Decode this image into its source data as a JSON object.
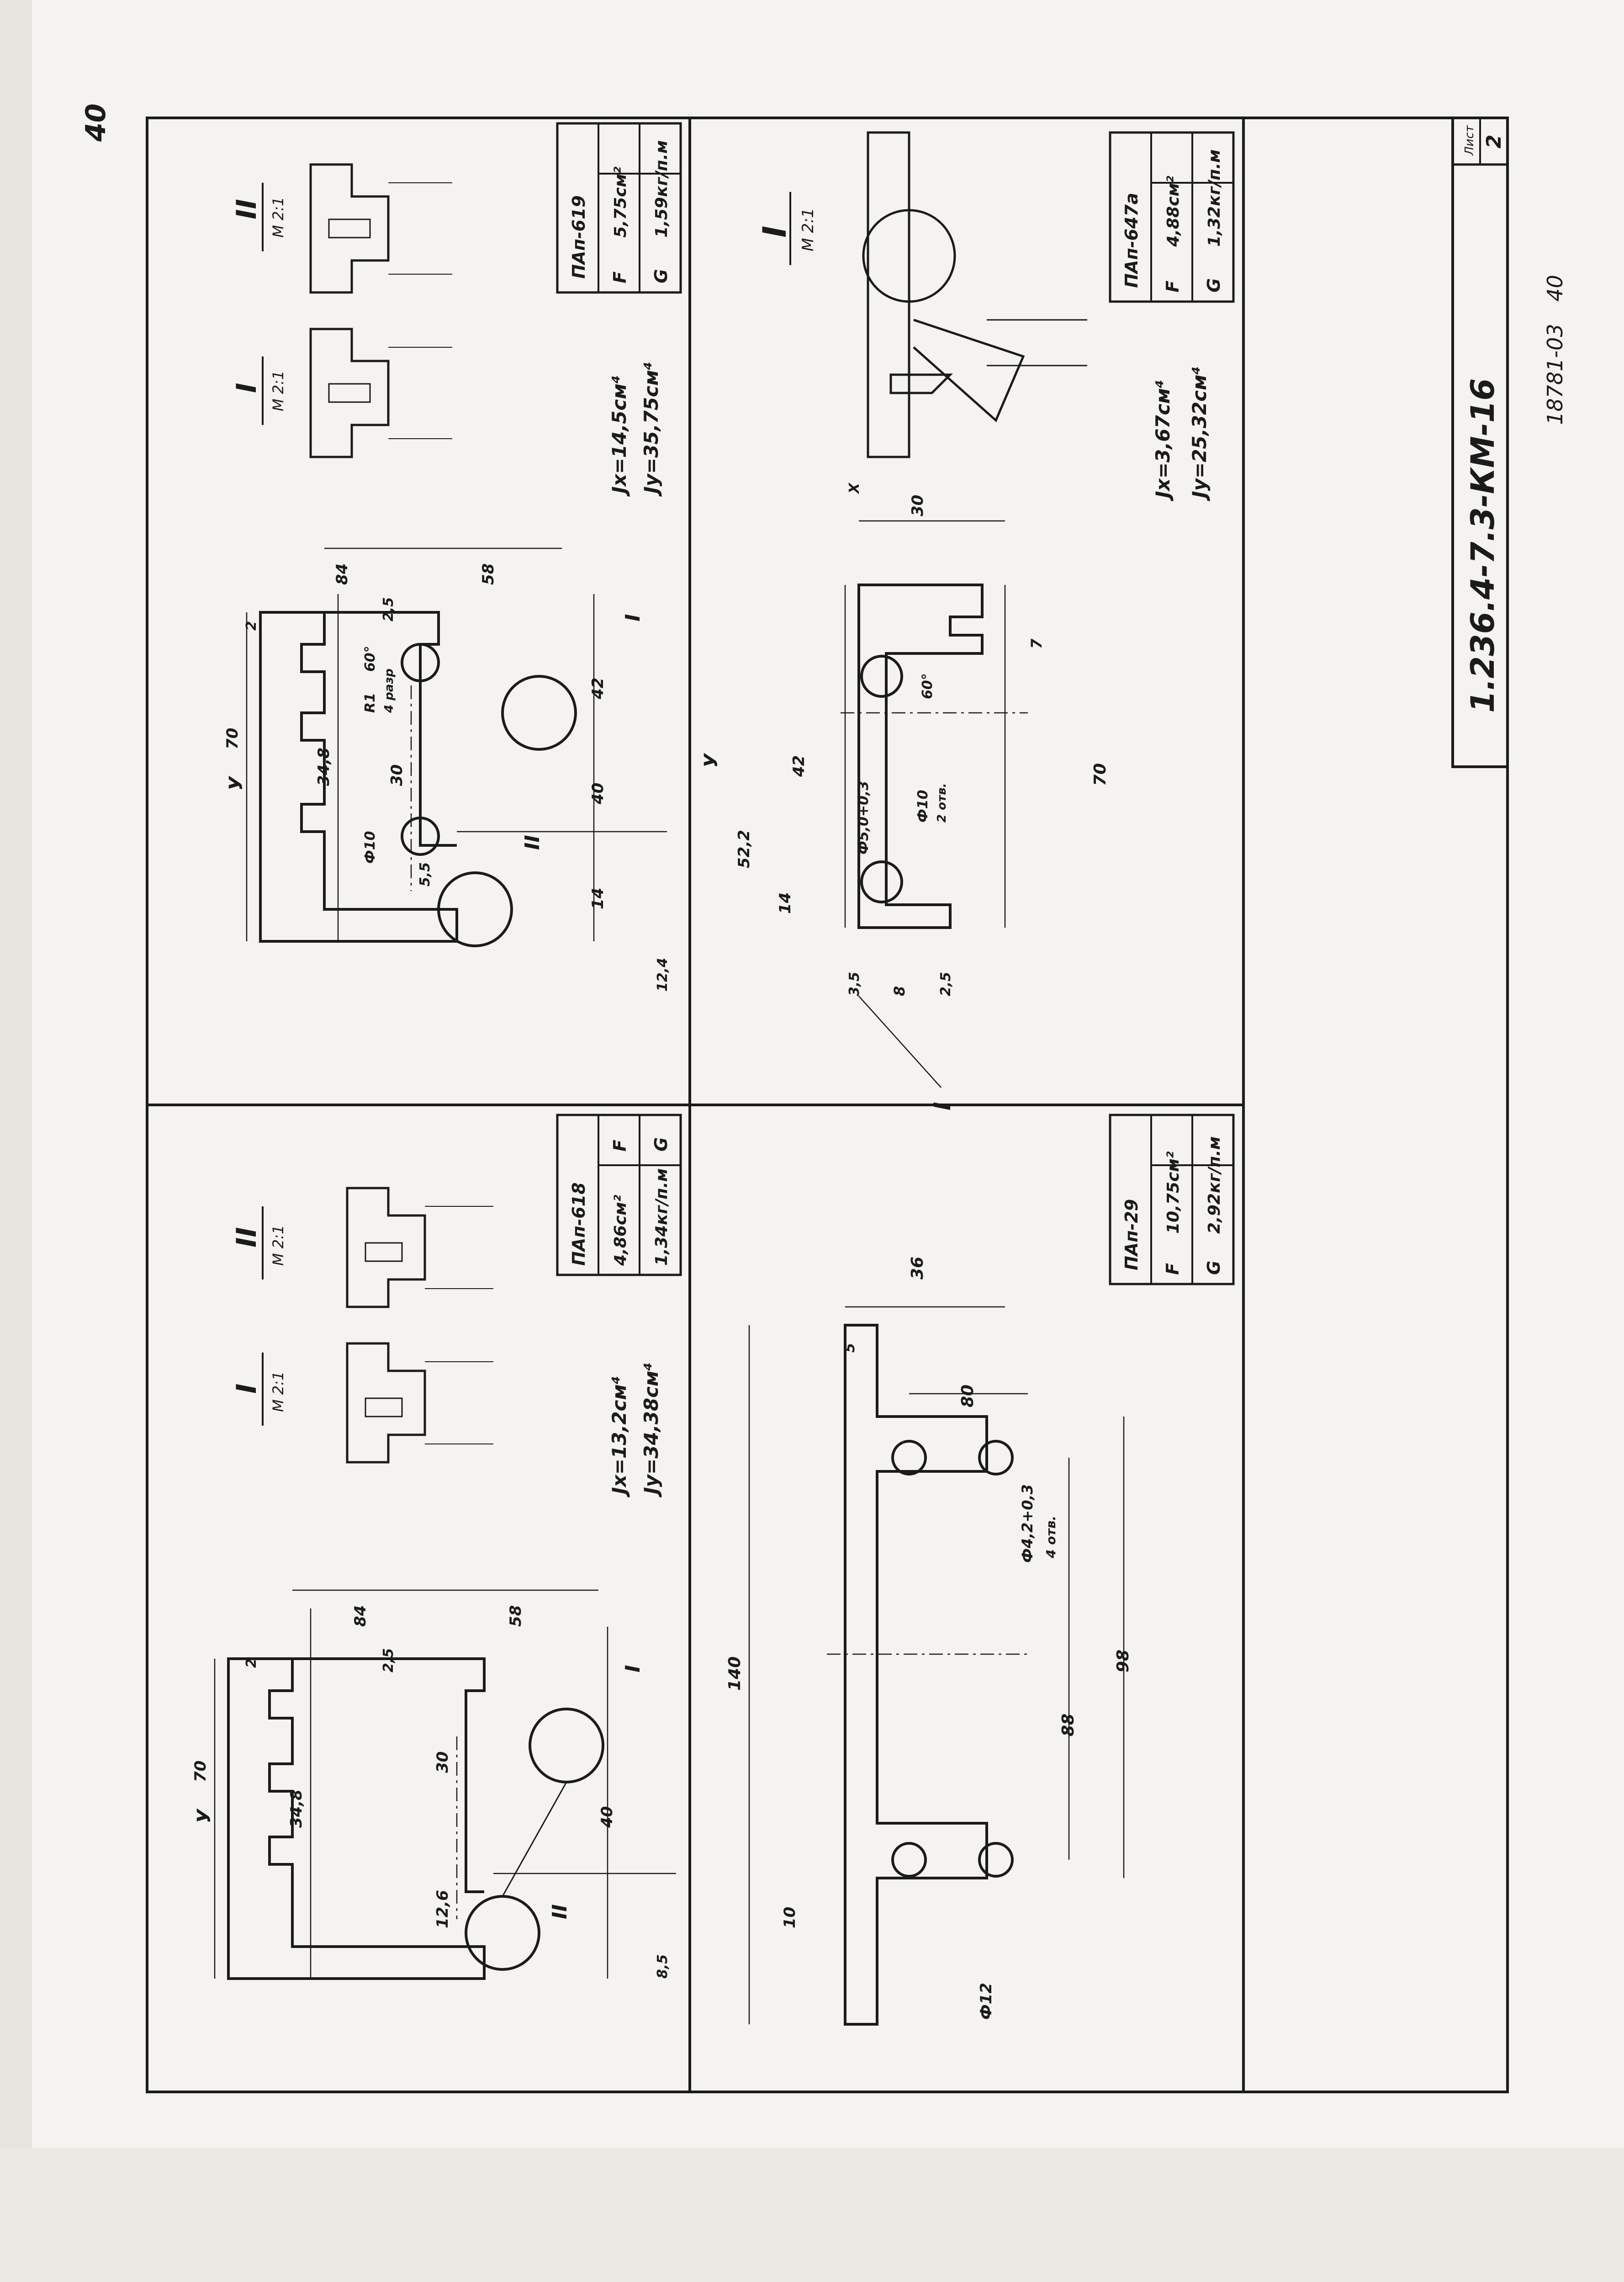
{
  "sheet": {
    "designation": "1.236.4-7.3-КМ-16",
    "sheet_label": "Лист",
    "sheet_number": "2",
    "inventory_number": "18781-03",
    "page_number": "40",
    "corner_mark": "40"
  },
  "profiles": [
    {
      "name": "ПАп-618",
      "F_label": "F",
      "F_value": "4,86см²",
      "G_label": "G",
      "G_value": "1,34кг/п.м",
      "Jx": "Jx=13,2см⁴",
      "Jy": "Jy=34,38см⁴",
      "detail_I": "I",
      "detail_I_scale": "М 2:1",
      "detail_II": "II",
      "detail_II_scale": "М 2:1",
      "dims": [
        "70",
        "34,8",
        "84",
        "58",
        "40",
        "30",
        "12,6",
        "2,5",
        "8,5",
        "2",
        "У",
        "I",
        "II"
      ]
    },
    {
      "name": "ПАп-619",
      "F_label": "F",
      "F_value": "5,75см²",
      "G_label": "G",
      "G_value": "1,59кг/п.м",
      "Jx": "Jx=14,5см⁴",
      "Jy": "Jy=35,75см⁴",
      "detail_I": "I",
      "detail_I_scale": "М 2:1",
      "detail_II": "II",
      "detail_II_scale": "М 2:1",
      "dims": [
        "70",
        "34,8",
        "84",
        "58",
        "42",
        "40",
        "30",
        "14",
        "12,4",
        "2,5",
        "5,5",
        "R1",
        "4 разр",
        "60°",
        "Ф10",
        "2",
        "У",
        "I",
        "II"
      ]
    },
    {
      "name": "ПАп-29",
      "F_label": "F",
      "F_value": "10,75см²",
      "G_label": "G",
      "G_value": "2,92кг/п.м",
      "dims": [
        "140",
        "36",
        "80",
        "98",
        "88",
        "10",
        "5",
        "Ф12",
        "Ф4,2+0,3",
        "4 отв."
      ]
    },
    {
      "name": "ПАп-647а",
      "F_label": "F",
      "F_value": "4,88см²",
      "G_label": "G",
      "G_value": "1,32кг/п.м",
      "Jx": "Jx=3,67см⁴",
      "Jy": "Jy=25,32см⁴",
      "detail_I": "I",
      "detail_I_scale": "М 2:1",
      "dims": [
        "70",
        "52,2",
        "42",
        "30",
        "14",
        "8",
        "7",
        "3,5",
        "2,5",
        "Ф5,0+0,3",
        "Ф10",
        "2 отв.",
        "60°",
        "У",
        "X",
        "I"
      ]
    }
  ]
}
